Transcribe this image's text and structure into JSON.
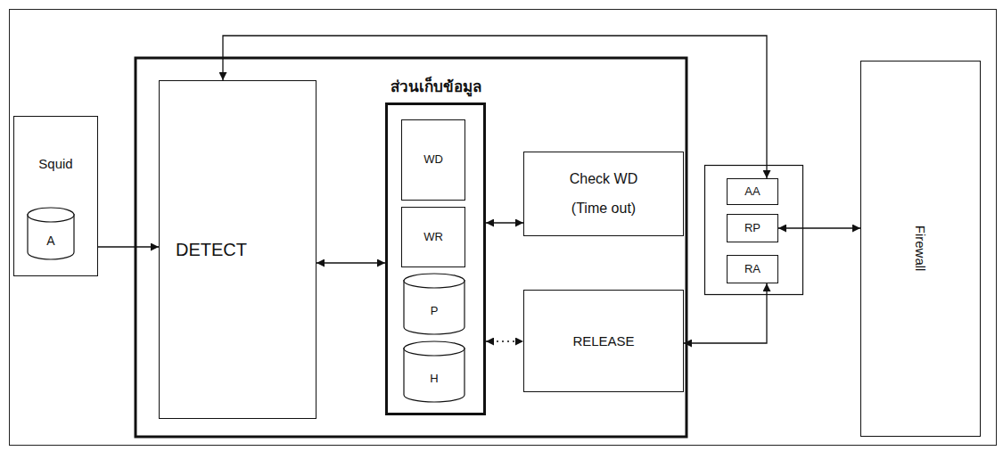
{
  "diagram": {
    "nodes": [
      {
        "text": [
          "Squid"
        ]
      },
      {
        "text": [
          "A"
        ],
        "in": 0
      },
      {
        "text": [
          "DETECT"
        ]
      },
      {
        "text": [
          "ส่วนเก็บข้อมูล"
        ]
      },
      {
        "text": [
          "WD"
        ],
        "in": 3
      },
      {
        "text": [
          "WR"
        ],
        "in": 3
      },
      {
        "text": [
          "P"
        ],
        "in": 3
      },
      {
        "text": [
          "H"
        ],
        "in": 3
      },
      {
        "text": [
          "Check WD",
          "(Time out)"
        ]
      },
      {
        "text": [
          "RELEASE"
        ]
      },
      {
        "text": [
          "AA"
        ]
      },
      {
        "text": [
          "RP"
        ]
      },
      {
        "text": [
          "RA"
        ]
      },
      {
        "text": [
          "Firewall"
        ]
      }
    ],
    "edges": [
      {
        "from": 1,
        "to": 2,
        "arrow": "to"
      },
      {
        "from": 2,
        "to": 3,
        "arrow": "both"
      },
      {
        "from": 3,
        "to": 8,
        "arrow": "both"
      },
      {
        "from": 3,
        "to": 9,
        "arrow": "both"
      },
      {
        "from": 9,
        "to": 12,
        "arrow": "both"
      },
      {
        "from": 2,
        "to": 10,
        "arrow": "both"
      },
      {
        "from": 11,
        "to": 13,
        "arrow": "both"
      }
    ]
  }
}
